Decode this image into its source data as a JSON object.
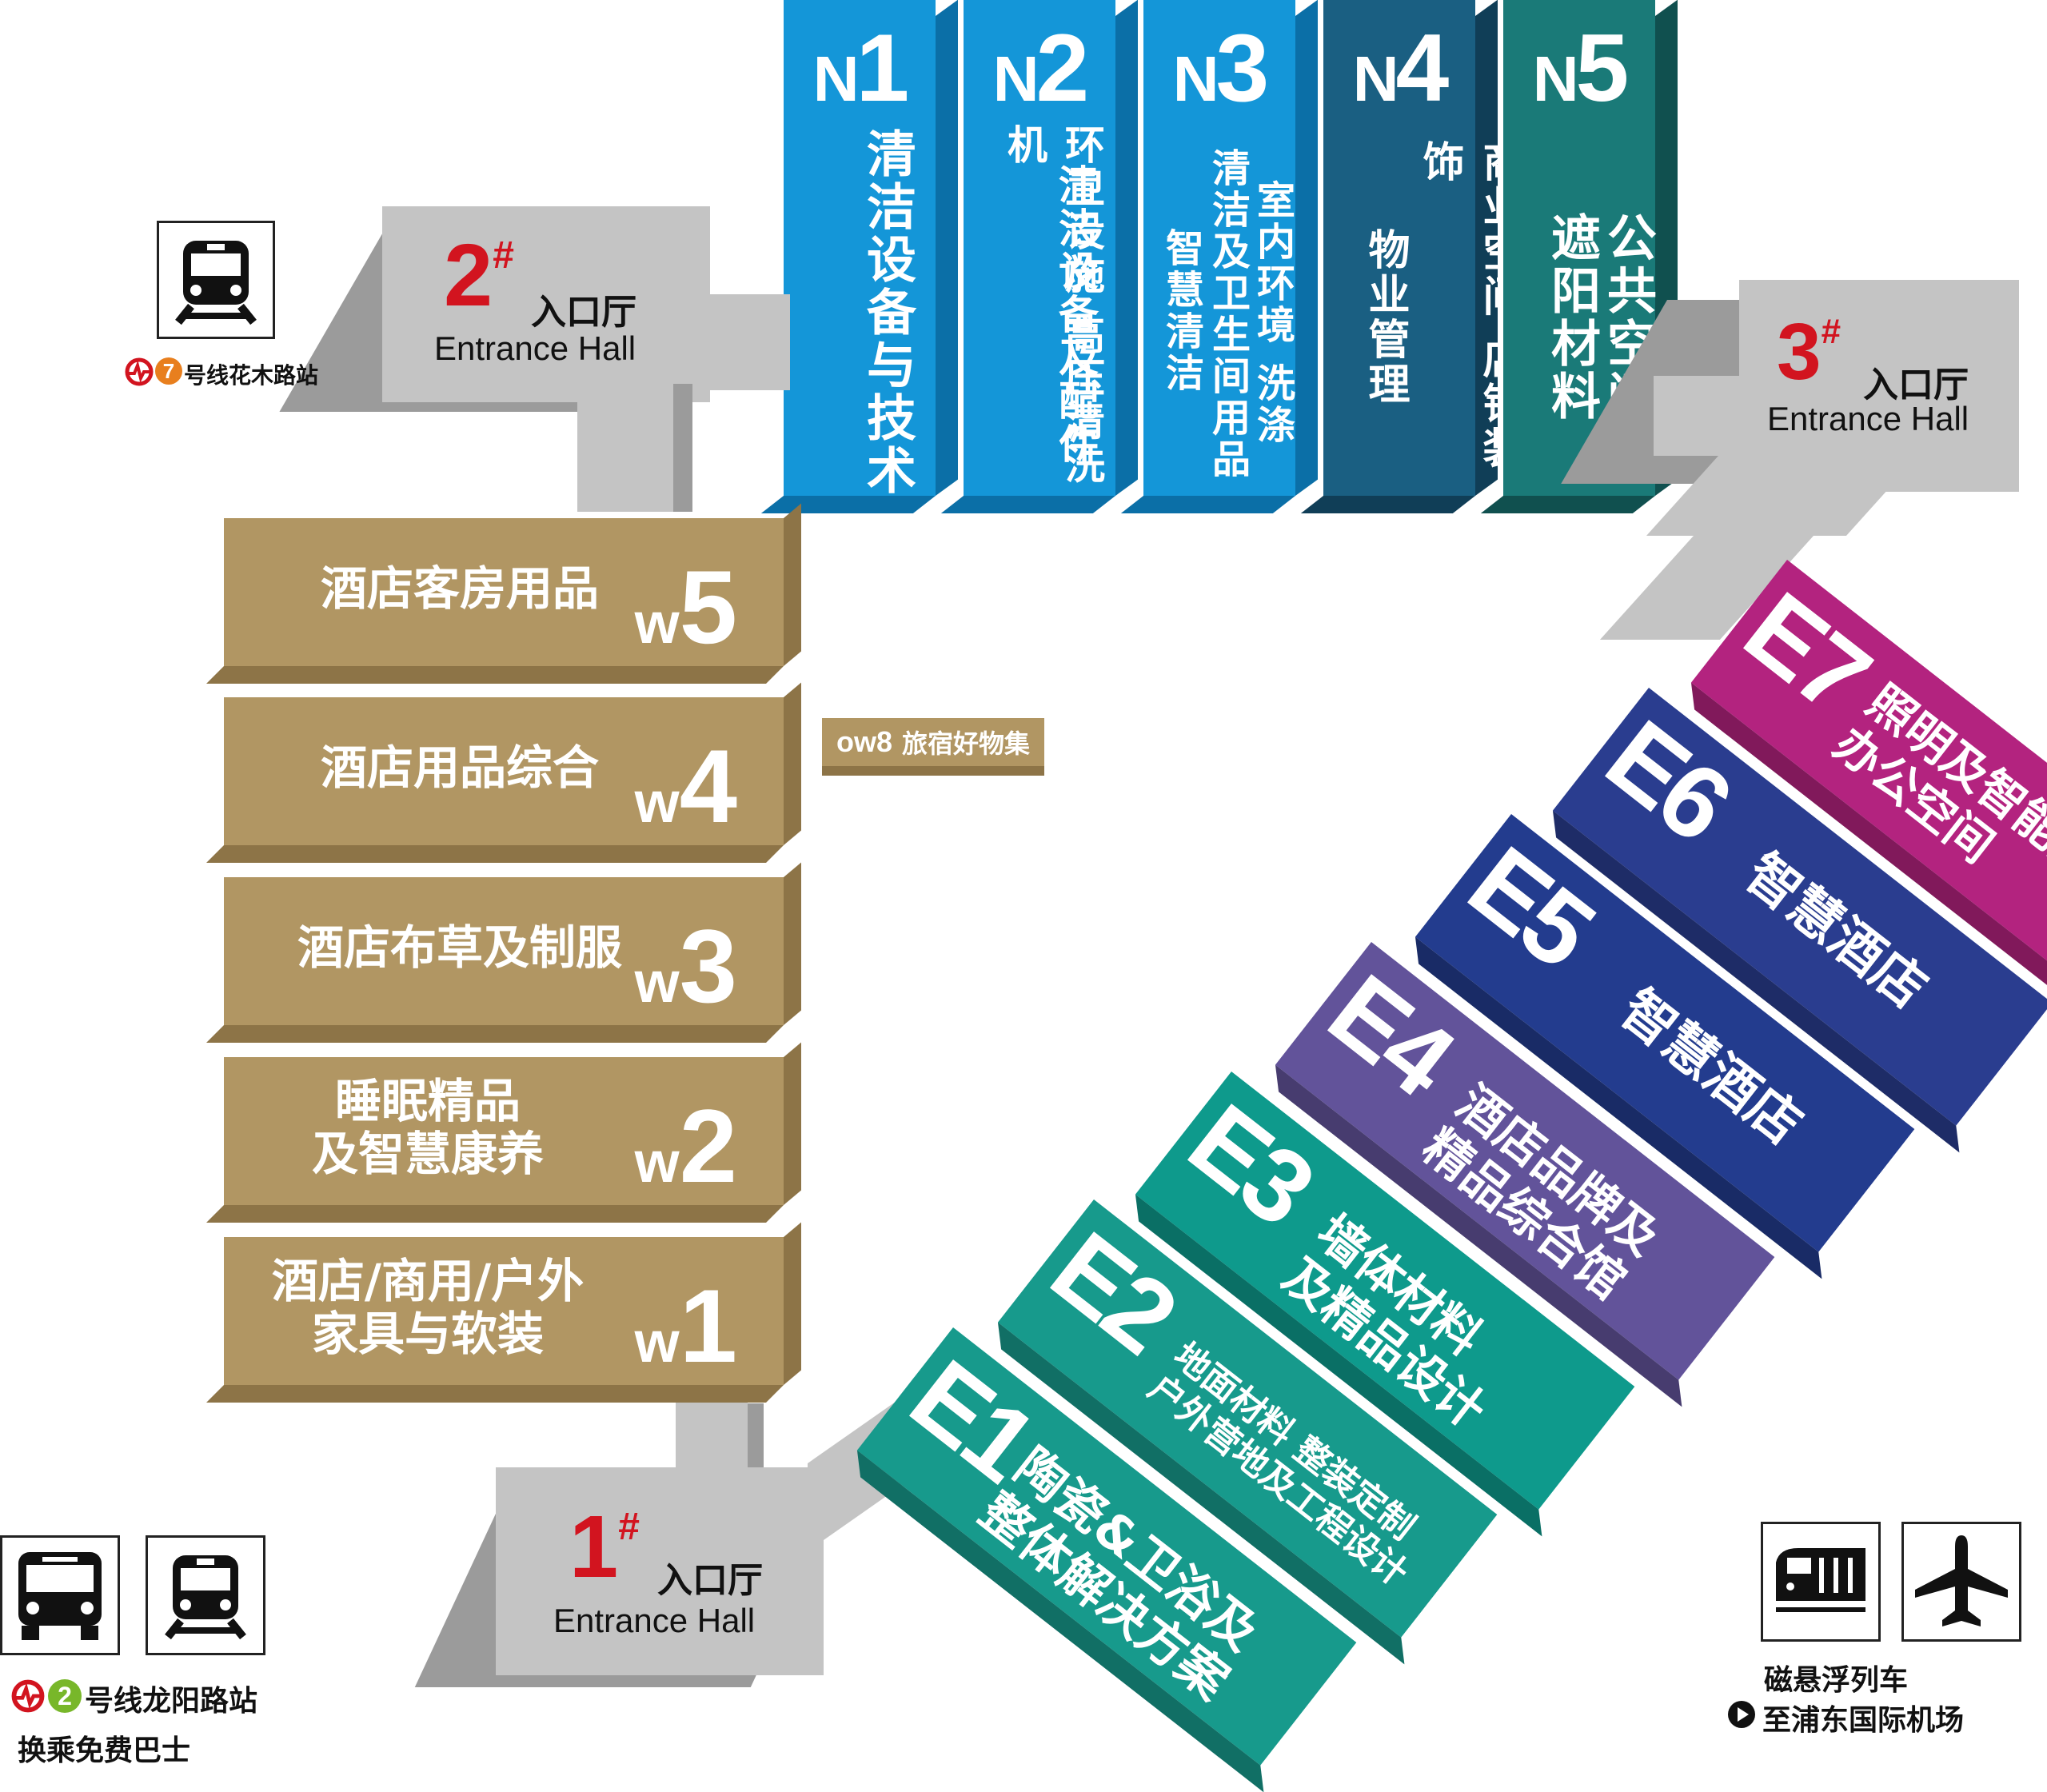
{
  "north_halls": [
    {
      "letter": "N",
      "num": "1",
      "lines": [
        "清洁设备与技术"
      ],
      "color": "#1496d8",
      "shade": "#0b6fa7"
    },
    {
      "letter": "N",
      "num": "2",
      "lines": [
        "清洁设备及配件",
        "环卫设施 高压清洗机"
      ],
      "color": "#1496d8",
      "shade": "#0b6fa7"
    },
    {
      "letter": "N",
      "num": "3",
      "lines": [
        "室内环境 洗涤",
        "清洁及卫生间用品",
        "智慧清洁"
      ],
      "color": "#1496d8",
      "shade": "#0b6fa7"
    },
    {
      "letter": "N",
      "num": "4",
      "lines": [
        "商业空间 店铺装饰",
        "物业管理"
      ],
      "color": "#1a5f82",
      "shade": "#103e57"
    },
    {
      "letter": "N",
      "num": "5",
      "lines": [
        "公共空间",
        "遮阳材料"
      ],
      "color": "#1a7a78",
      "shade": "#10504f"
    }
  ],
  "west_halls": [
    {
      "code": "w",
      "num": "5",
      "lines": [
        "酒店客房用品"
      ]
    },
    {
      "code": "w",
      "num": "4",
      "lines": [
        "酒店用品综合"
      ]
    },
    {
      "code": "w",
      "num": "3",
      "lines": [
        "酒店布草及制服"
      ]
    },
    {
      "code": "w",
      "num": "2",
      "lines": [
        "睡眠精品",
        "及智慧康养"
      ]
    },
    {
      "code": "w",
      "num": "1",
      "lines": [
        "酒店/商用/户外",
        "家具与软装"
      ]
    }
  ],
  "ow8": {
    "code": "ow8",
    "label": "旅宿好物集"
  },
  "east_halls": [
    {
      "code": "E1",
      "lines": [
        "陶瓷&卫浴及",
        "整体解决方案"
      ],
      "color": "#179a8c"
    },
    {
      "code": "E2",
      "lines": [
        "地面材料 整装定制",
        "户外营地及工程设计"
      ],
      "color": "#179a8c"
    },
    {
      "code": "E3",
      "lines": [
        "墙体材料",
        "及精品设计"
      ],
      "color": "#0e9a8c"
    },
    {
      "code": "E4",
      "lines": [
        "酒店品牌及",
        "精品综合馆"
      ],
      "color": "#62539a"
    },
    {
      "code": "E5",
      "lines": [
        "智慧酒店"
      ],
      "color": "#233c8e"
    },
    {
      "code": "E6",
      "lines": [
        "智慧酒店"
      ],
      "color": "#2a3d8f"
    },
    {
      "code": "E7",
      "lines": [
        "照明及智能控制",
        "办公空间"
      ],
      "color": "#b3237f"
    }
  ],
  "entrances": [
    {
      "num": "1",
      "sup": "#",
      "zh": "入口厅",
      "en": "Entrance Hall"
    },
    {
      "num": "2",
      "sup": "#",
      "zh": "入口厅",
      "en": "Entrance Hall"
    },
    {
      "num": "3",
      "sup": "#",
      "zh": "入口厅",
      "en": "Entrance Hall"
    }
  ],
  "transport": {
    "line7": {
      "num": "7",
      "label": "号线花木路站"
    },
    "line2": {
      "num": "2",
      "label": "号线龙阳路站"
    },
    "bus_label": "换乘免费巴士",
    "maglev_line1": "磁悬浮列车",
    "maglev_line2": "至浦东国际机场",
    "icons": [
      "metro-icon",
      "bus-icon",
      "metro-icon",
      "maglev-icon",
      "airplane-icon"
    ]
  }
}
